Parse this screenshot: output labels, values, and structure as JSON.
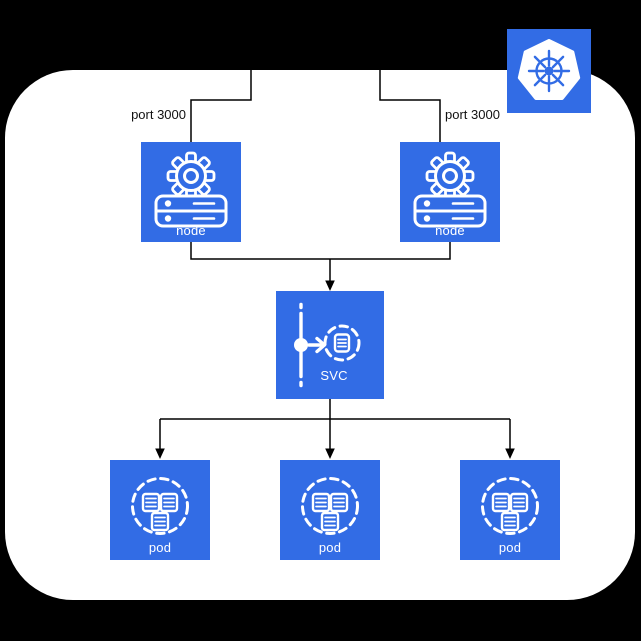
{
  "diagram": {
    "title": "kubernetes-node-service-pod-diagram",
    "background_color": "#000000",
    "canvas_color": "#FFFFFF",
    "kubernetes_blue": "#326CE5",
    "icon_line_color": "#FFFFFF",
    "connector_color": "#000000",
    "logo": {
      "icon": "kubernetes-helm-icon"
    },
    "port_labels": [
      "port 3000",
      "port 3000"
    ],
    "nodes": [
      {
        "label": "node",
        "icon": "gear-server-icon"
      },
      {
        "label": "node",
        "icon": "gear-server-icon"
      }
    ],
    "service": {
      "label": "SVC",
      "icon": "service-routing-icon"
    },
    "pods": [
      {
        "label": "pod",
        "icon": "pod-containers-icon"
      },
      {
        "label": "pod",
        "icon": "pod-containers-icon"
      },
      {
        "label": "pod",
        "icon": "pod-containers-icon"
      }
    ]
  }
}
